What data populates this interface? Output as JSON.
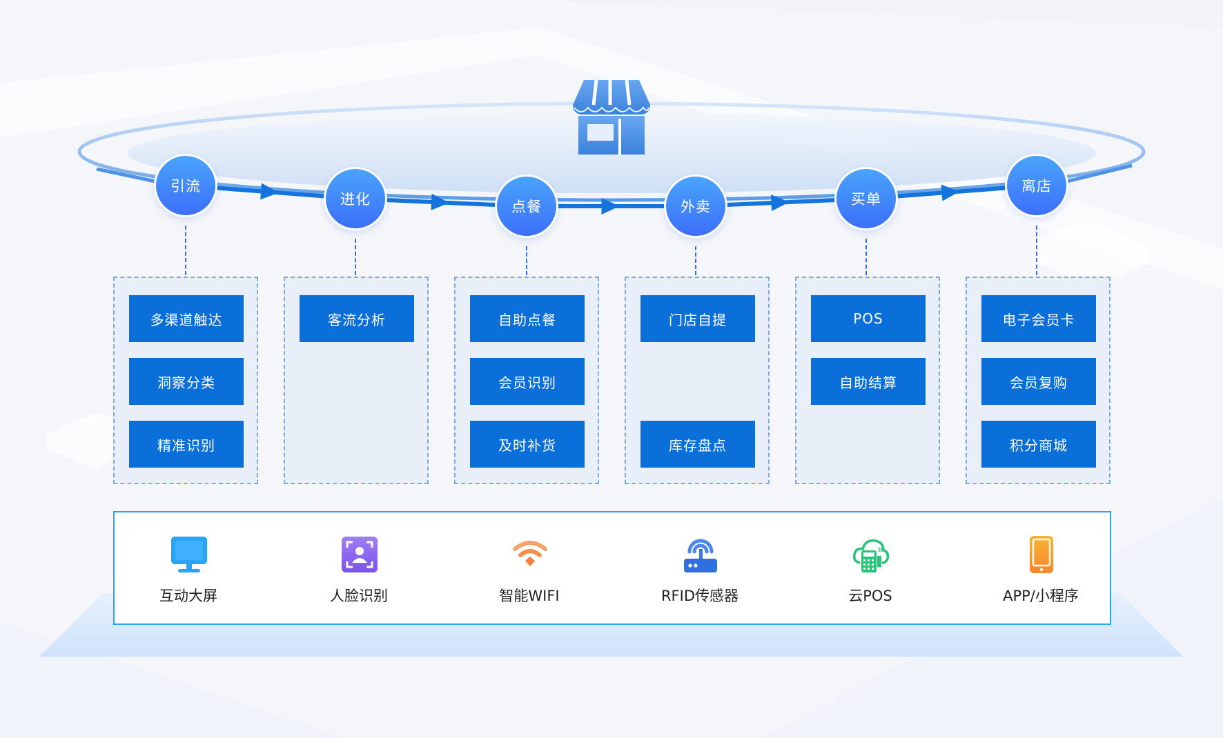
{
  "diagram": {
    "center_icon": "store-icon",
    "stages": [
      {
        "label": "引流",
        "features": [
          "多渠道触达",
          "洞察分类",
          "精准识别"
        ]
      },
      {
        "label": "进化",
        "features": [
          "客流分析"
        ]
      },
      {
        "label": "点餐",
        "features": [
          "自助点餐",
          "会员识别",
          "及时补货"
        ]
      },
      {
        "label": "外卖",
        "features": [
          "门店自提",
          "",
          "库存盘点"
        ]
      },
      {
        "label": "买单",
        "features": [
          "POS",
          "自助结算"
        ]
      },
      {
        "label": "离店",
        "features": [
          "电子会员卡",
          "会员复购",
          "积分商城"
        ]
      }
    ],
    "devices": [
      {
        "label": "互动大屏",
        "icon": "monitor-icon",
        "color": "#2aa3f5"
      },
      {
        "label": "人脸识别",
        "icon": "face-recognition-icon",
        "color": "#8a5cf0"
      },
      {
        "label": "智能WIFI",
        "icon": "wifi-icon",
        "color": "#f5874a"
      },
      {
        "label": "RFID传感器",
        "icon": "rfid-router-icon",
        "color": "#2f6fe0"
      },
      {
        "label": "云POS",
        "icon": "cloud-pos-icon",
        "color": "#28c479"
      },
      {
        "label": "APP/小程序",
        "icon": "mobile-app-icon",
        "color": "#f7962f"
      }
    ]
  },
  "colors": {
    "stage_top": "#4aa4fb",
    "stage_bottom": "#3c6ff9",
    "feature_bg": "#0b6fd9",
    "flow_line": "#1473dc",
    "panel_border": "#2fa0ef",
    "column_border": "#7ea8e2"
  }
}
